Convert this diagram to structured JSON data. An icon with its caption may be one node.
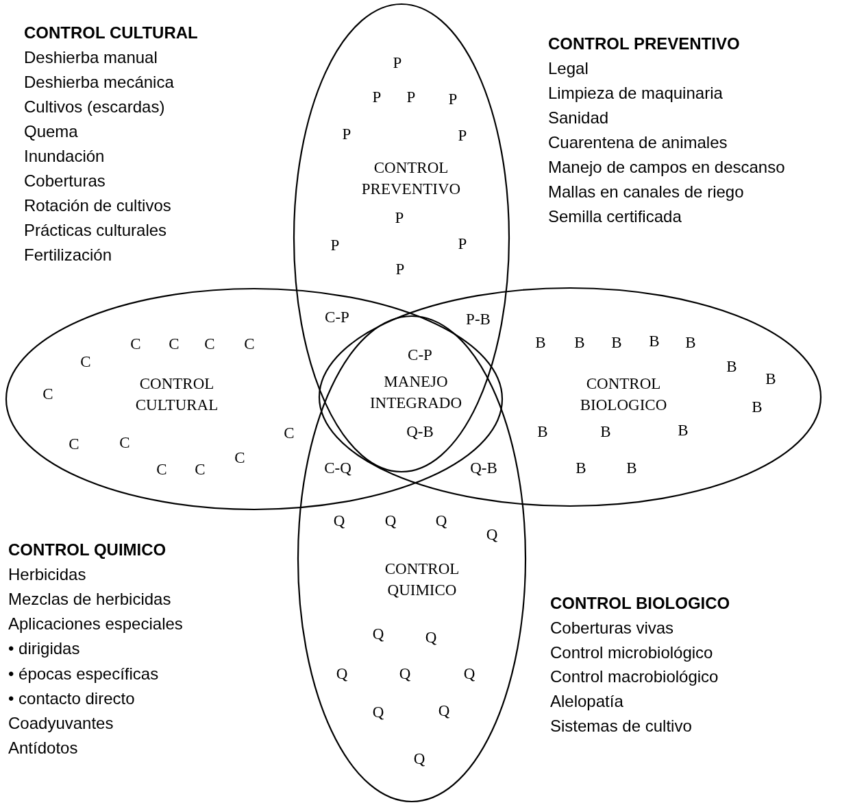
{
  "diagram": {
    "nodes": [
      {
        "text": [
          "CONTROL PREVENTIVO"
        ]
      },
      {
        "text": [
          "CONTROL CULTURAL"
        ]
      },
      {
        "text": [
          "CONTROL BIOLOGICO"
        ]
      },
      {
        "text": [
          "CONTROL QUIMICO"
        ]
      }
    ],
    "labels": [
      "CONTROL CULTURAL",
      "Deshierba manual",
      "Deshierba mecánica",
      "Cultivos (escardas)",
      "Quema",
      "Inundación",
      "Coberturas",
      "Rotación de cultivos",
      "Prácticas culturales",
      "Fertilización",
      "CONTROL PREVENTIVO",
      "Legal",
      "Limpieza de maquinaria",
      "Sanidad",
      "Cuarentena de animales",
      "Manejo de campos en descanso",
      "Mallas en canales de riego",
      "Semilla certificada",
      "CONTROL QUIMICO",
      "Herbicidas",
      "Mezclas de herbicidas",
      "Aplicaciones especiales",
      "• dirigidas",
      "• épocas específicas",
      "• contacto directo",
      "Coadyuvantes",
      "Antídotos",
      "CONTROL BIOLOGICO",
      "Coberturas vivas",
      "Control microbiológico",
      "Control macrobiológico",
      "Alelopatía",
      "Sistemas de cultivo",
      "P",
      "P",
      "P",
      "P",
      "P",
      "P",
      "P",
      "P",
      "P",
      "P",
      "C",
      "C",
      "C",
      "C",
      "C",
      "C",
      "C",
      "C",
      "C",
      "C",
      "C",
      "C",
      "B",
      "B",
      "B",
      "B",
      "B",
      "B",
      "B",
      "B",
      "B",
      "B",
      "B",
      "B",
      "B",
      "Q",
      "Q",
      "Q",
      "Q",
      "Q",
      "Q",
      "Q",
      "Q",
      "Q",
      "Q",
      "Q",
      "Q",
      "C-P",
      "P-B",
      "C-Q",
      "Q-B",
      "C-P",
      "MANEJO INTEGRADO",
      "Q-B"
    ]
  }
}
